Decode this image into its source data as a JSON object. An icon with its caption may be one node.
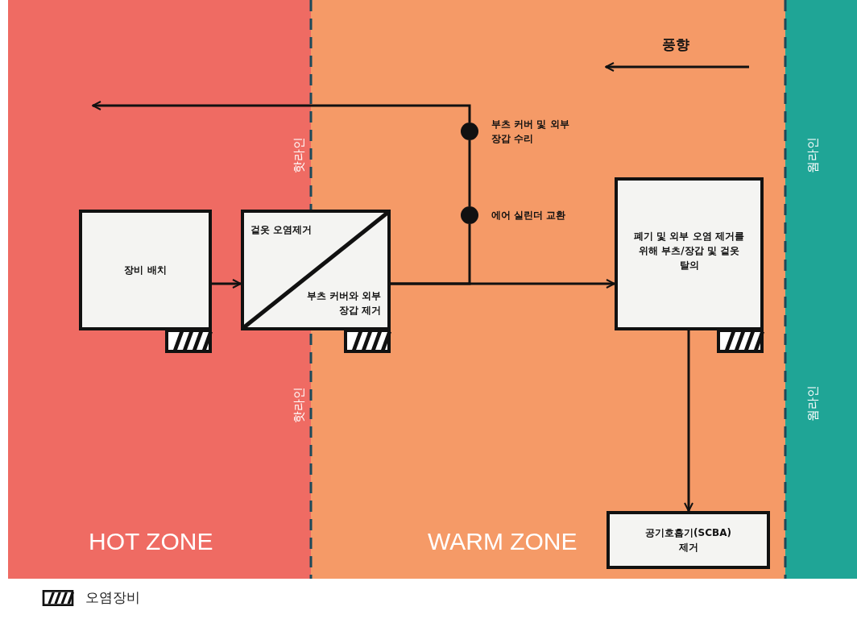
{
  "diagram": {
    "nodes": [
      {
        "text": [
          "HOT ZONE"
        ]
      },
      {
        "text": [
          "WARM ZONE"
        ]
      },
      {
        "text": [
          "장비 배치"
        ],
        "in": 0
      },
      {
        "text": [
          "겉옷 오염제거",
          "부츠 커버와 외부 장갑 제거"
        ]
      },
      {
        "text": [
          "부츠 커버 및 외부 장갑 수리"
        ],
        "in": 1
      },
      {
        "text": [
          "에어 실린더 교환"
        ],
        "in": 1
      },
      {
        "text": [
          "폐기 및 외부 오염 제거를 위해 부츠/장갑 및 겉옷 탈의"
        ],
        "in": 1
      },
      {
        "text": [
          "공기호흡기(SCBA) 제거"
        ],
        "in": 1
      }
    ],
    "edges": [
      {
        "from": 2,
        "to": 3,
        "arrow": "to"
      },
      {
        "from": 3,
        "to": 6,
        "arrow": "to"
      },
      {
        "from": 3,
        "to": 5,
        "arrow": "none"
      },
      {
        "from": 5,
        "to": 4,
        "arrow": "none"
      },
      {
        "from": 4,
        "to": null,
        "arrow": "to"
      },
      {
        "from": 6,
        "to": 7,
        "arrow": "to"
      }
    ],
    "labels": [
      "풍향",
      "핫라인",
      "핫라인",
      "웜라인",
      "웜라인"
    ],
    "legend": [
      {
        "text": "오염장비"
      }
    ]
  }
}
